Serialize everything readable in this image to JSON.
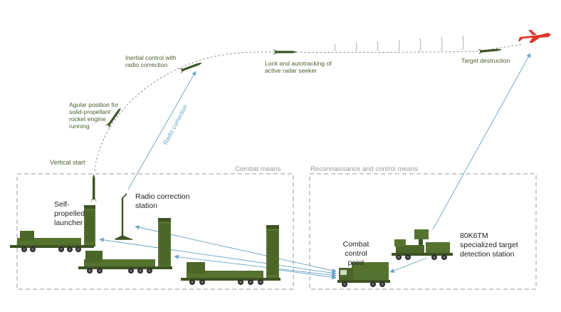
{
  "colors": {
    "military_green": "#55722f",
    "military_dark": "#3e5423",
    "label_olive": "#4b5e2f",
    "label_dark": "#222222",
    "group_label": "#9a9a9a",
    "radio_line": "#6aa3c8",
    "target_red": "#e0362a",
    "frame": "#9a9a9a"
  },
  "flight": {
    "vertical_start": "Vertical start",
    "angular_line1": "Agular position for",
    "angular_line2": "solid-propellant",
    "angular_line3": "rocket engine",
    "angular_line4": "running",
    "inertial_line1": "Inertial control with",
    "inertial_line2": "radio correction",
    "lock_line1": "Lock and autotracking of",
    "lock_line2": "active radar seeker",
    "target_destruction": "Target destruction",
    "radio_correction": "Radio correction"
  },
  "groups": {
    "combat_means": "Combat means",
    "recon_means": "Reconnaissance and control means"
  },
  "units": {
    "launcher_line1": "Self-",
    "launcher_line2": "propelled",
    "launcher_line3": "launcher",
    "radio_station_line1": "Radio correction",
    "radio_station_line2": "station",
    "control_line1": "Combat",
    "control_line2": "control",
    "control_line3": "point",
    "detect_line1": "80K6TM",
    "detect_line2": "specialized target",
    "detect_line3": "detection station"
  },
  "icons": {
    "target": "fighter-jet-icon",
    "missile": "missile-icon",
    "launcher": "launcher-truck-icon",
    "radar": "radar-truck-icon",
    "control": "control-truck-icon",
    "mast": "antenna-mast-icon"
  }
}
